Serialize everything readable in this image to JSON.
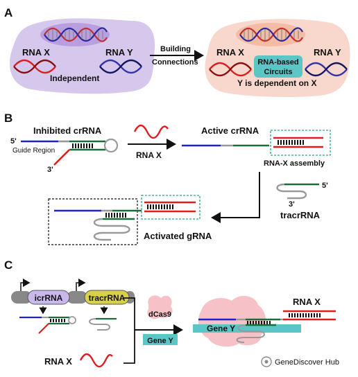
{
  "panels": {
    "a": "A",
    "b": "B",
    "c": "C"
  },
  "panel_a": {
    "left_rna_x": "RNA X",
    "left_rna_y": "RNA Y",
    "left_caption": "Independent",
    "arrow_line1": "Building",
    "arrow_line2": "Connections",
    "right_rna_x": "RNA X",
    "right_rna_y": "RNA Y",
    "circuit_line1": "RNA-based",
    "circuit_line2": "Circuits",
    "right_caption": "Y is dependent on X"
  },
  "panel_b": {
    "inhibited_title": "Inhibited crRNA",
    "five_prime": "5'",
    "three_prime": "3'",
    "guide_region": "Guide Region",
    "arrow_label": "RNA X",
    "active_title": "Active crRNA",
    "assembly_label": "RNA-X assembly",
    "tracr_five": "5'",
    "tracr_three": "3'",
    "tracr_label": "tracrRNA",
    "activated_label": "Activated gRNA"
  },
  "panel_c": {
    "icr_label": "icrRNA",
    "tracr_label": "tracrRNA",
    "dcas9_label": "dCas9",
    "gene_y_box": "Gene Y",
    "rna_x_label": "RNA X",
    "gene_y_bound": "Gene Y",
    "rna_x_right": "RNA X"
  },
  "watermark": "GeneDiscover Hub",
  "colors": {
    "blue": "#1f1fd6",
    "green": "#1a6b3a",
    "red": "#e01b1b",
    "gray": "#999999",
    "purple_blob": "#d6c8ec",
    "peach_blob": "#f8d8cc",
    "teal": "#5cc6c6",
    "pink": "#f6c2c8"
  }
}
